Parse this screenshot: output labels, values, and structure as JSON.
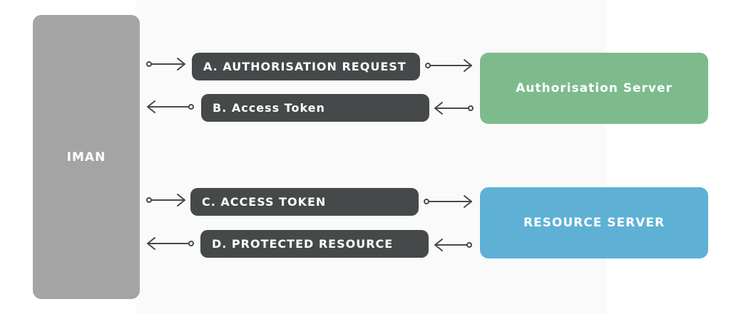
{
  "client": {
    "label": "IMAN"
  },
  "servers": {
    "authorisation": {
      "label": "Authorisation Server",
      "color": "#7dbb8d"
    },
    "resource": {
      "label": "RESOURCE SERVER",
      "color": "#5eb1d5"
    }
  },
  "messages": [
    {
      "label": "A. AUTHORISATION REQUEST",
      "direction": "to-server"
    },
    {
      "label": "B. Access Token",
      "direction": "to-client"
    },
    {
      "label": "C. ACCESS TOKEN",
      "direction": "to-server"
    },
    {
      "label": "D. PROTECTED RESOURCE",
      "direction": "to-client"
    }
  ],
  "colors": {
    "client": "#a4a4a4",
    "message_pill": "#46494a",
    "arrow": "#46494a"
  }
}
